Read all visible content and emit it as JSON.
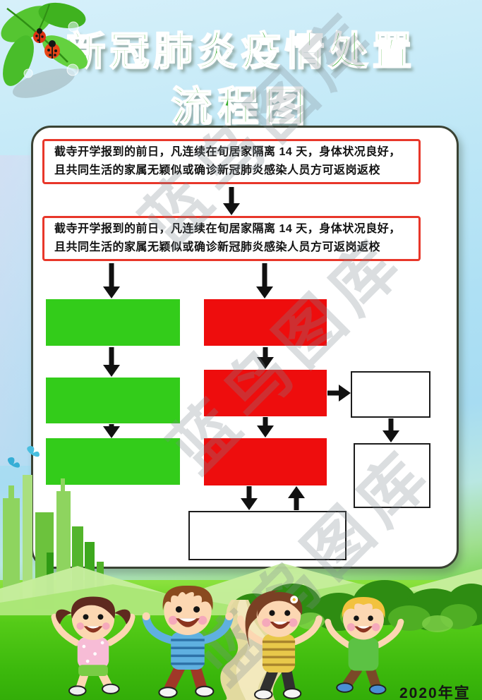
{
  "poster": {
    "title": {
      "line1": "新冠肺炎疫情处置",
      "line2": "流程图",
      "color": "#3aae2e"
    },
    "watermark_text": "蓝鸟图库",
    "year_label": "2020年宣"
  },
  "flowchart": {
    "notice_box_1": "截寺开学报到的前日，凡连续在旬居家隔离 14 天，身体状况良好，且共同生活的家属无颖似或确诊新冠肺炎感染人员方可返岗返校",
    "notice_box_2": "截寺开学报到的前日，凡连续在旬居家隔离 14 天，身体状况良好，且共同生活的家属无颖似或确诊新冠肺炎感染人员方可返岗返校",
    "colors": {
      "green_box": "#33cc1a",
      "red_box": "#ee0d0d",
      "notice_border": "#e8372a",
      "arrow": "#111111",
      "panel_border": "#3a4233",
      "white_box_border": "#1c1c1c",
      "title_green": "#3aae2e",
      "grass_green": "#46c013",
      "sky_blue": "#aee0f4"
    }
  }
}
